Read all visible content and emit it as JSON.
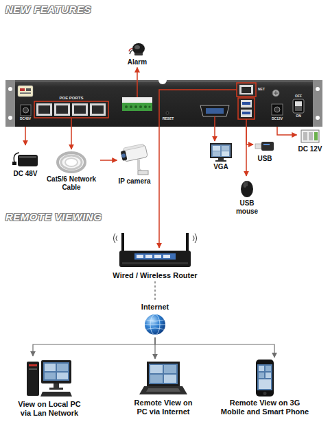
{
  "diagram": {
    "nodes": [
      {
        "text": [
          "Alarm"
        ]
      },
      {
        "text": [
          "POE PORTS"
        ]
      },
      {
        "text": [
          "DC 48V"
        ]
      },
      {
        "text": [
          "Cat5/6 Network Cable"
        ]
      },
      {
        "text": [
          "IP camera"
        ]
      },
      {
        "text": [
          "VGA"
        ]
      },
      {
        "text": [
          "USB"
        ]
      },
      {
        "text": [
          "USB mouse"
        ]
      },
      {
        "text": [
          "DC 12V"
        ]
      },
      {
        "text": [
          "Wired / Wireless Router"
        ]
      },
      {
        "text": [
          "Internet"
        ]
      },
      {
        "text": [
          "View on Local PC via Lan Network"
        ]
      },
      {
        "text": [
          "Remote View on PC via Internet"
        ]
      },
      {
        "text": [
          "Remote View on 3G Mobile and Smart Phone"
        ]
      }
    ],
    "edges": [
      {
        "from": 1,
        "to": 0,
        "arrow": "to"
      },
      {
        "from": 1,
        "to": 2,
        "arrow": "to"
      },
      {
        "from": 1,
        "to": 3,
        "arrow": "to"
      },
      {
        "from": 3,
        "to": 4,
        "arrow": "to"
      },
      {
        "from": 1,
        "to": 5,
        "arrow": "to"
      },
      {
        "from": 1,
        "to": 6,
        "arrow": "to"
      },
      {
        "from": 1,
        "to": 7,
        "arrow": "to"
      },
      {
        "from": 1,
        "to": 8,
        "arrow": "to"
      },
      {
        "from": 1,
        "to": 9,
        "arrow": "to"
      },
      {
        "from": 9,
        "to": 10,
        "arrow": "none"
      },
      {
        "from": 10,
        "to": 11,
        "arrow": "to"
      },
      {
        "from": 10,
        "to": 12,
        "arrow": "to"
      },
      {
        "from": 10,
        "to": 13,
        "arrow": "to"
      }
    ],
    "labels": [
      "NEW FEATURES",
      "DC48V",
      "RESET",
      "NET",
      "DC12V",
      "OFF",
      "ON",
      "REMOTE VIEWING"
    ]
  }
}
